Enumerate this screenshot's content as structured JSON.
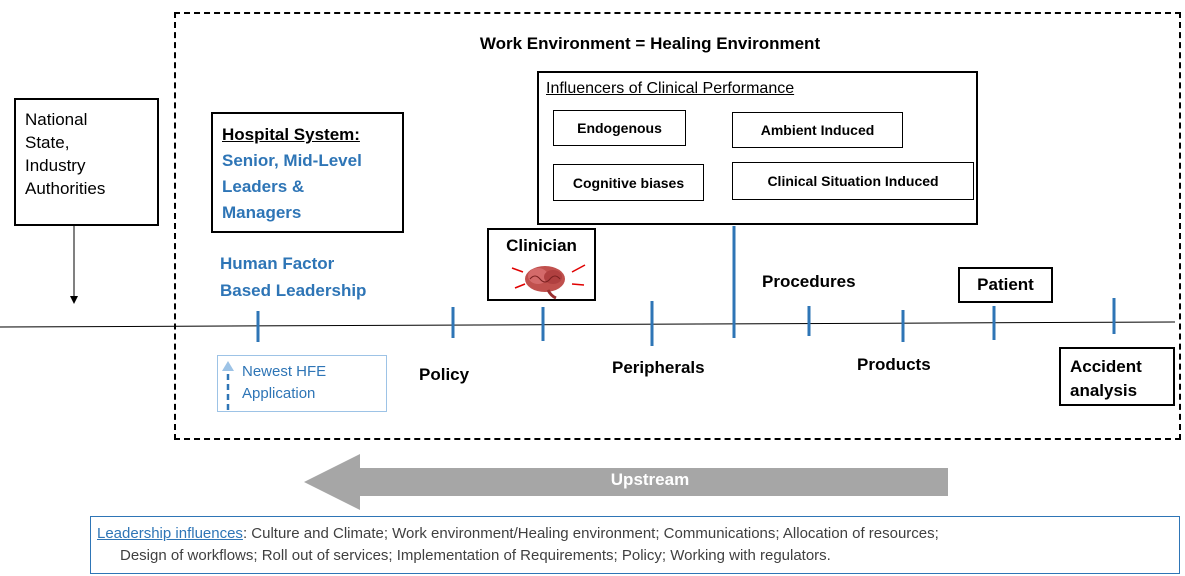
{
  "title": "Work Environment = Healing Environment",
  "authorities": {
    "lines": [
      "National",
      "State,",
      "Industry",
      "Authorities"
    ]
  },
  "hospital": {
    "heading": "Hospital System:",
    "lines": [
      "Senior, Mid-Level",
      "Leaders &",
      "Managers"
    ]
  },
  "hf_leadership": {
    "lines": [
      "Human Factor",
      "Based Leadership"
    ]
  },
  "influencers": {
    "title": "Influencers of Clinical Performance",
    "items": [
      "Endogenous",
      "Ambient Induced",
      "Cognitive biases",
      "Clinical Situation Induced"
    ]
  },
  "clinician": "Clinician",
  "timeline": {
    "policy": "Policy",
    "peripherals": "Peripherals",
    "procedures": "Procedures",
    "products": "Products",
    "patient": "Patient",
    "accident": [
      "Accident",
      "analysis"
    ]
  },
  "newest": {
    "lines": [
      "Newest HFE",
      "Application"
    ]
  },
  "upstream": "Upstream",
  "footer": {
    "lead": "Leadership influences",
    "line1_rest": ":  Culture and Climate; Work environment/Healing environment; Communications; Allocation of resources;",
    "line2": "Design of workflows; Roll out of services;  Implementation of Requirements; Policy; Working with regulators."
  },
  "colors": {
    "accent_blue": "#2e75b6",
    "tick_blue": "#2e75b6",
    "arrow_gray": "#a6a6a6"
  }
}
